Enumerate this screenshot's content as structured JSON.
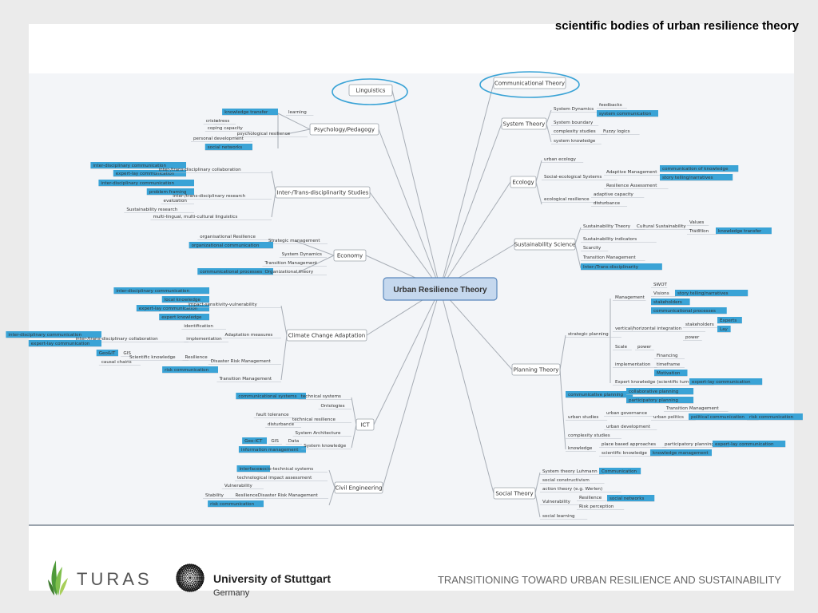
{
  "slide": {
    "title": "scientific bodies of urban resilience theory",
    "tagline": "TRANSITIONING TOWARD URBAN RESILIENCE AND SUSTAINABILITY",
    "logos": {
      "turas": "TURAS",
      "university": "University of Stuttgart",
      "country": "Germany"
    }
  },
  "mindmap": {
    "center": "Urban Resilience Theory",
    "highlight_color": "#3aa3d6",
    "branches": [
      "Linguistics",
      "Communicational Theory",
      "Psychology/Pedagogy",
      "System Theory",
      "Inter-/Trans-disciplinarity Studies",
      "Ecology",
      "Sustainability Science",
      "Economy",
      "Planning Theory",
      "Climate Change Adaptation",
      "ICT",
      "Civil Engineering",
      "Social Theory"
    ],
    "psych": [
      "knowledge transfer",
      "learning",
      "crisis",
      "stress",
      "coping capacity",
      "psychological resilience",
      "personal development",
      "social networks"
    ],
    "inter": [
      "inter-disciplinary communication",
      "expert-lay communication",
      "inter-/trans-disciplinary collaboration",
      "inter-disciplinary communication",
      "problem framing",
      "evaluation",
      "inter-/trans-disciplinary research",
      "Sustainability research",
      "multi-lingual, multi-cultural linguistics"
    ],
    "econ": [
      "organisational Resilience",
      "Strategic management",
      "organizational communication",
      "System Dynamics",
      "Transition Management",
      "communicational processes",
      "Organizational theory"
    ],
    "cca": [
      "inter-disciplinary communication",
      "local knowledge",
      "expert-lay communication",
      "expert knowledge",
      "impact-sensitivity-vulnerability",
      "identification",
      "Adaptation measures",
      "inter-disciplinary communication",
      "inter-/trans-disciplinary collaboration",
      "implementation",
      "expert-lay communication",
      "Geo&IT",
      "GIS",
      "Scientific knowledge",
      "Resilience",
      "causal chains",
      "Disaster Risk Management",
      "risk communication",
      "Transition Management"
    ],
    "ict": [
      "communicational systems",
      "technical systems",
      "Ontologies",
      "fault tolerance",
      "technical resilience",
      "disturbance",
      "System Architecture",
      "Geo-ICT",
      "GIS",
      "Data",
      "information management",
      "System knowledge"
    ],
    "civil": [
      "interfaces",
      "socio-technical systems",
      "technological impact assessment",
      "Vulnerability",
      "Stability",
      "Resilience",
      "Disaster Risk Management",
      "risk communication"
    ],
    "system": [
      "System Dynamics",
      "feedbacks",
      "system communication",
      "System boundary",
      "complexity studies",
      "Fuzzy logics",
      "system knowledge"
    ],
    "ecology": [
      "urban ecology",
      "Social-ecological Systems",
      "Adaptive Management",
      "communication of knowledge",
      "story telling/narratives",
      "Resilience Assessment",
      "ecological resilience",
      "adaptive capacity",
      "disturbance"
    ],
    "sust": [
      "Sustainability Theory",
      "Cultural Sustainability",
      "Values",
      "Tradition",
      "knowledge transfer",
      "Sustainability indicators",
      "Scarcity",
      "Transition Management",
      "Inter-/Trans-disciplinarity"
    ],
    "planning": [
      "SWOT",
      "Visions",
      "story telling/narratives",
      "stakeholders",
      "communicational processes",
      "Management",
      "strategic planning",
      "vertical/horizontal integration",
      "stakeholders",
      "Experts",
      "Lay",
      "power",
      "Scale",
      "power",
      "Financing",
      "timeframe",
      "Motivation",
      "implementation",
      "Expert knowledge (scientific turn)",
      "expert-lay communication",
      "communicative planning",
      "collaborative planning",
      "participatory planning",
      "Transition Management",
      "urban governance",
      "urban politics",
      "political communication",
      "risk communication",
      "urban studies",
      "urban development",
      "complexity studies",
      "place based approaches",
      "participatory planning",
      "expert-lay communication",
      "knowledge",
      "scientific knowledge",
      "knowledge management"
    ],
    "social": [
      "System theory Luhmann",
      "Communication",
      "social constructivism",
      "action theory (e.g. Werlen)",
      "Resilience",
      "social networks",
      "Vulnerability",
      "Risk perception",
      "social learning"
    ]
  }
}
